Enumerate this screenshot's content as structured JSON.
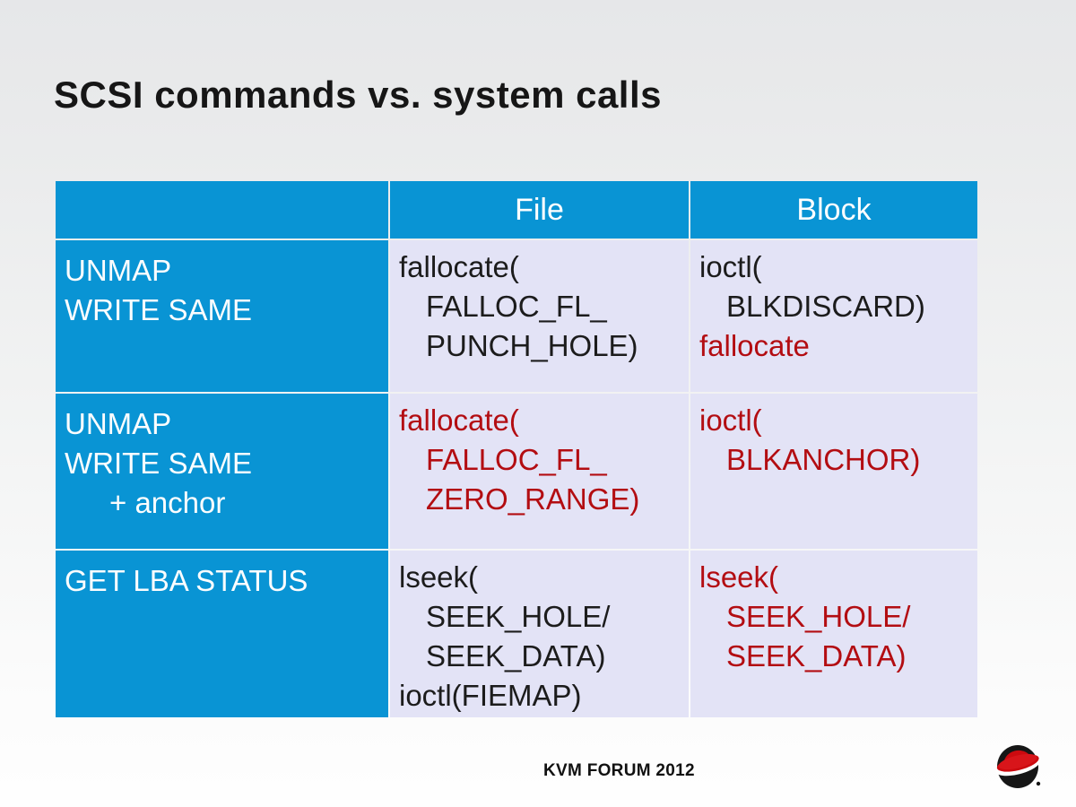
{
  "slide": {
    "title": "SCSI commands vs. system calls",
    "footer": "KVM FORUM 2012"
  },
  "colors": {
    "header_blue": "#0994d4",
    "cell_lavender": "#e3e3f6",
    "accent_red": "#b30d12",
    "logo_red": "#cc0a0f",
    "logo_black": "#161616"
  },
  "table": {
    "header": {
      "col_label": "",
      "col_file": "File",
      "col_block": "Block"
    },
    "rows": [
      {
        "label": [
          {
            "text": "UNMAP"
          },
          {
            "text": "WRITE SAME"
          }
        ],
        "file": [
          {
            "text": "fallocate("
          },
          {
            "text": "FALLOC_FL_",
            "indent": true
          },
          {
            "text": "PUNCH_HOLE)",
            "indent": true
          }
        ],
        "block": [
          {
            "text": "ioctl("
          },
          {
            "text": "BLKDISCARD)",
            "indent": true
          },
          {
            "text": "fallocate",
            "red": true
          }
        ]
      },
      {
        "label": [
          {
            "text": "UNMAP"
          },
          {
            "text": "WRITE SAME"
          },
          {
            "text": "+ anchor",
            "indent": true
          }
        ],
        "file": [
          {
            "text": "fallocate(",
            "red": true
          },
          {
            "text": "FALLOC_FL_",
            "indent": true,
            "red": true
          },
          {
            "text": "ZERO_RANGE)",
            "indent": true,
            "red": true
          }
        ],
        "block": [
          {
            "text": "ioctl(",
            "red": true
          },
          {
            "text": "BLKANCHOR)",
            "indent": true,
            "red": true
          }
        ]
      },
      {
        "label": [
          {
            "text": "GET LBA STATUS"
          }
        ],
        "file": [
          {
            "text": "lseek("
          },
          {
            "text": "SEEK_HOLE/",
            "indent": true
          },
          {
            "text": "SEEK_DATA)",
            "indent": true
          },
          {
            "text": "ioctl(FIEMAP)"
          }
        ],
        "block": [
          {
            "text": "lseek(",
            "red": true
          },
          {
            "text": "SEEK_HOLE/",
            "indent": true,
            "red": true
          },
          {
            "text": "SEEK_DATA)",
            "indent": true,
            "red": true
          }
        ]
      }
    ]
  }
}
